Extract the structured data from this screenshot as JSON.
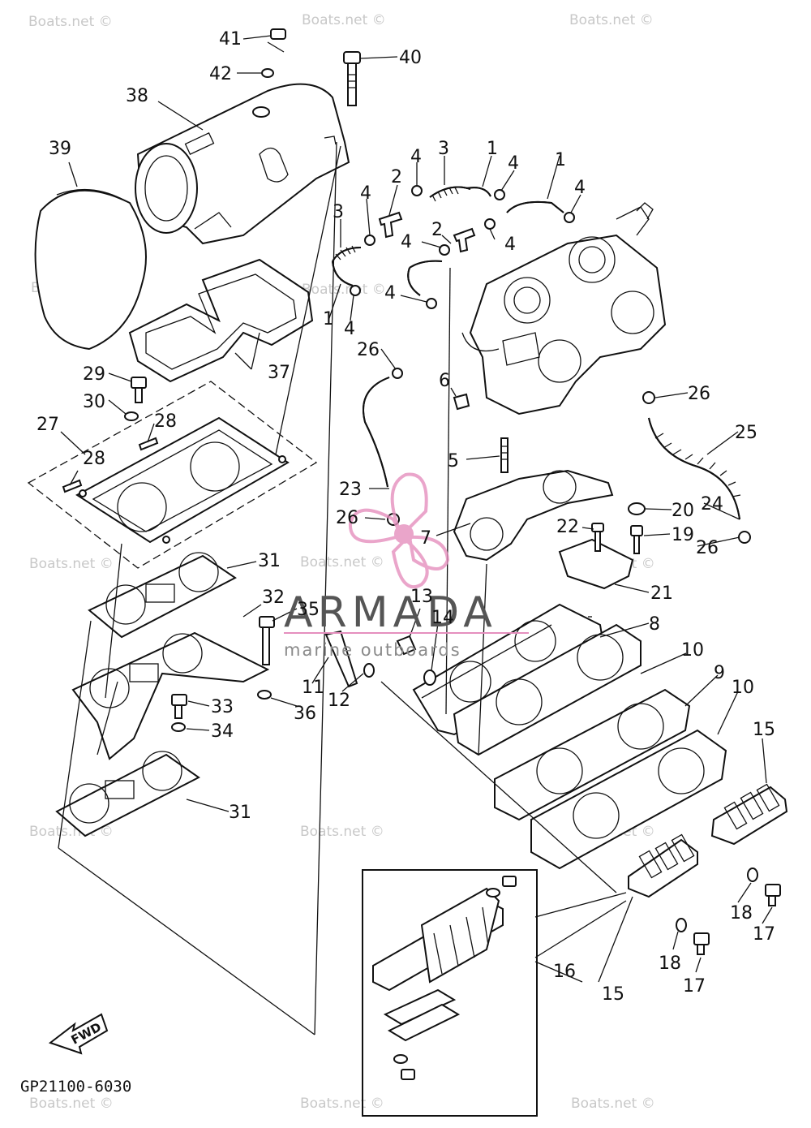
{
  "watermark": {
    "text": "Boats.net ©"
  },
  "brand": {
    "name": "ARMADA",
    "tagline": "marine outboards",
    "accent_color": "#e58fbe",
    "logo_icon": "propeller-icon"
  },
  "direction_marker": {
    "label": "FWD",
    "icon": "arrow-icon"
  },
  "diagram_ref": "GP21100-6030",
  "callouts": [
    {
      "id": "c41",
      "label": "41"
    },
    {
      "id": "c42",
      "label": "42"
    },
    {
      "id": "c40",
      "label": "40"
    },
    {
      "id": "c38",
      "label": "38"
    },
    {
      "id": "c39",
      "label": "39"
    },
    {
      "id": "c3a",
      "label": "3"
    },
    {
      "id": "c1a",
      "label": "1"
    },
    {
      "id": "c1b",
      "label": "1"
    },
    {
      "id": "c4a",
      "label": "4"
    },
    {
      "id": "c4b",
      "label": "4"
    },
    {
      "id": "c4c",
      "label": "4"
    },
    {
      "id": "c2a",
      "label": "2"
    },
    {
      "id": "c4d",
      "label": "4"
    },
    {
      "id": "c3b",
      "label": "3"
    },
    {
      "id": "c2b",
      "label": "2"
    },
    {
      "id": "c4e",
      "label": "4"
    },
    {
      "id": "c4f",
      "label": "4"
    },
    {
      "id": "c4g",
      "label": "4"
    },
    {
      "id": "c1c",
      "label": "1"
    },
    {
      "id": "c4h",
      "label": "4"
    },
    {
      "id": "c37",
      "label": "37"
    },
    {
      "id": "c26a",
      "label": "26"
    },
    {
      "id": "c26b",
      "label": "26"
    },
    {
      "id": "c6",
      "label": "6"
    },
    {
      "id": "c25",
      "label": "25"
    },
    {
      "id": "c29",
      "label": "29"
    },
    {
      "id": "c30",
      "label": "30"
    },
    {
      "id": "c28a",
      "label": "28"
    },
    {
      "id": "c27",
      "label": "27"
    },
    {
      "id": "c28b",
      "label": "28"
    },
    {
      "id": "c5",
      "label": "5"
    },
    {
      "id": "c23",
      "label": "23"
    },
    {
      "id": "c20",
      "label": "20"
    },
    {
      "id": "c24",
      "label": "24"
    },
    {
      "id": "c26c",
      "label": "26"
    },
    {
      "id": "c22",
      "label": "22"
    },
    {
      "id": "c19",
      "label": "19"
    },
    {
      "id": "c7",
      "label": "7"
    },
    {
      "id": "c26d",
      "label": "26"
    },
    {
      "id": "c31a",
      "label": "31"
    },
    {
      "id": "c21",
      "label": "21"
    },
    {
      "id": "c32",
      "label": "32"
    },
    {
      "id": "c35",
      "label": "35"
    },
    {
      "id": "c13",
      "label": "13"
    },
    {
      "id": "c14",
      "label": "14"
    },
    {
      "id": "c8",
      "label": "8"
    },
    {
      "id": "c10a",
      "label": "10"
    },
    {
      "id": "c9",
      "label": "9"
    },
    {
      "id": "c10b",
      "label": "10"
    },
    {
      "id": "c11",
      "label": "11"
    },
    {
      "id": "c12",
      "label": "12"
    },
    {
      "id": "c36",
      "label": "36"
    },
    {
      "id": "c33",
      "label": "33"
    },
    {
      "id": "c34",
      "label": "34"
    },
    {
      "id": "c15a",
      "label": "15"
    },
    {
      "id": "c31b",
      "label": "31"
    },
    {
      "id": "c18a",
      "label": "18"
    },
    {
      "id": "c17a",
      "label": "17"
    },
    {
      "id": "c16",
      "label": "16"
    },
    {
      "id": "c15b",
      "label": "15"
    },
    {
      "id": "c18b",
      "label": "18"
    },
    {
      "id": "c17b",
      "label": "17"
    }
  ]
}
